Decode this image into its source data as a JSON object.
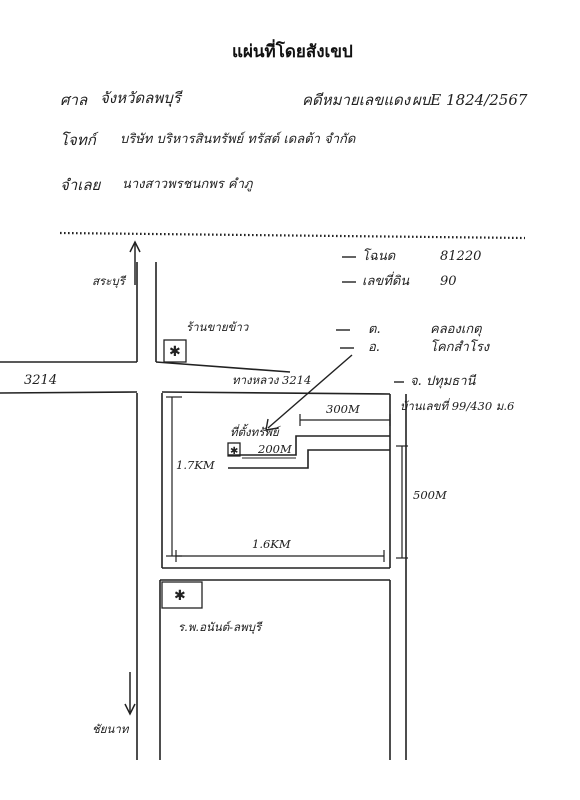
{
  "document": {
    "title": "แผ่นที่โดยสังเขป",
    "court_label": "ศาล",
    "court_value": "จังหวัดลพบุรี",
    "case_label": "คดีหมายเลขแดง",
    "case_number": "ผบE 1824/2567",
    "plaintiff_label": "โจทก์",
    "plaintiff_value": "บริษัท บริหารสินทรัพย์ ทรัสต์ เดลต้า จำกัด",
    "defendant_label": "จำเลย",
    "defendant_value": "นางสาวพรชนกพร คำภู"
  },
  "legend": {
    "title_deed_label": "โฉนด",
    "title_deed_value": "81220",
    "land_no_label": "เลขที่ดิน",
    "land_no_value": "90",
    "subdistrict_label": "ต.",
    "subdistrict_value": "คลองเกตุ",
    "district_label": "อ.",
    "district_value": "โคกสำโรง",
    "province_label": "จ. ปทุมธานี",
    "address": "บ้านเลขที่ 99/430 ม.6"
  },
  "map": {
    "north_label": "สระบุรี",
    "south_label": "ชัยนาท",
    "road_number": "3214",
    "road_label": "ทางหลวง 3214",
    "landmark_north": "ร้านขายข้าว",
    "property_label": "ที่ตั้งทรัพย์",
    "landmark_south": "ร.พ.อนันต์-ลพบุรี",
    "dist_200": "200M",
    "dist_300": "300M",
    "dist_500": "500M",
    "dist_1_7": "1.7KM",
    "dist_1_6": "1.6KM"
  }
}
